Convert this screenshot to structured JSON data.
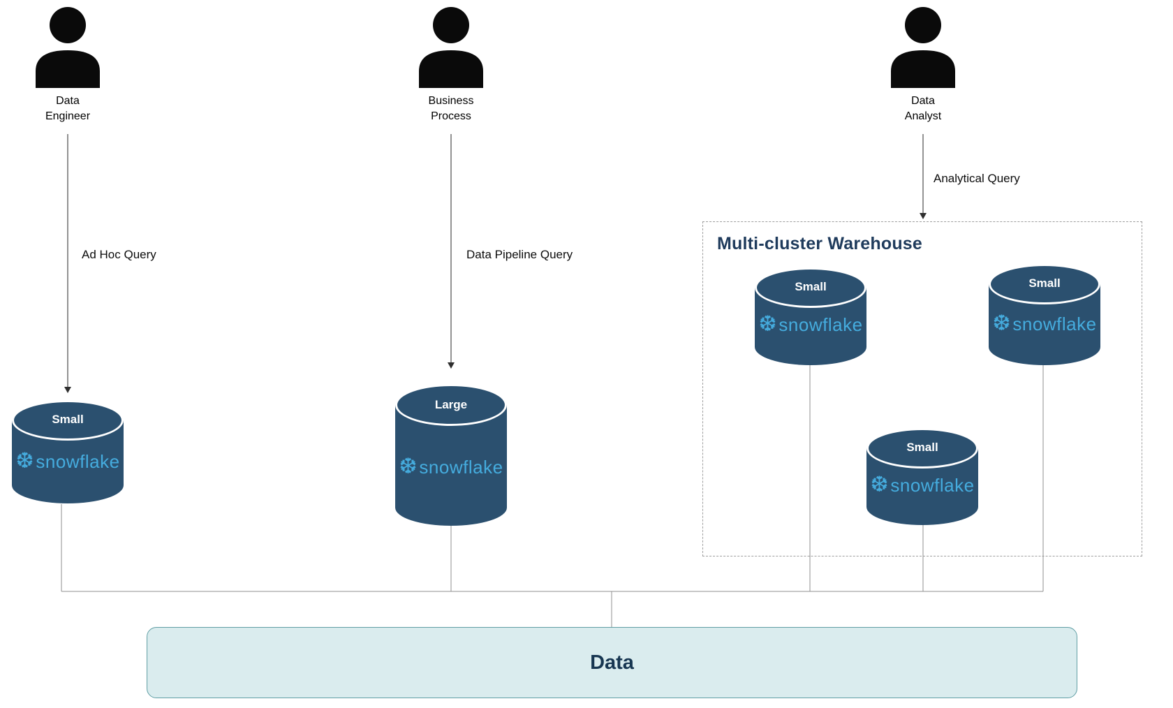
{
  "actors": [
    {
      "lines": [
        "Data",
        "Engineer"
      ]
    },
    {
      "lines": [
        "Business",
        "Process"
      ]
    },
    {
      "lines": [
        "Data",
        "Analyst"
      ]
    }
  ],
  "edges": [
    {
      "label": "Ad Hoc Query"
    },
    {
      "label": "Data Pipeline Query"
    },
    {
      "label": "Analytical Query"
    }
  ],
  "cluster": {
    "title": "Multi-cluster Warehouse"
  },
  "brand": {
    "wordmark": "snowflake",
    "icon_glyph": "❆"
  },
  "warehouses": [
    {
      "size": "Small"
    },
    {
      "size": "Large"
    },
    {
      "size": "Small"
    },
    {
      "size": "Small"
    },
    {
      "size": "Small"
    }
  ],
  "data_store": {
    "label": "Data"
  },
  "colors": {
    "cylinder_fill": "#2b506f",
    "brand_blue": "#45acde",
    "cluster_title": "#1f3b5c",
    "data_fill": "#daecee",
    "data_border": "#5f9ea4",
    "data_text": "#173651",
    "connector_gray": "#8f8f8f",
    "arrow_gray": "#6f6f6f",
    "person_black": "#0a0a0a"
  }
}
